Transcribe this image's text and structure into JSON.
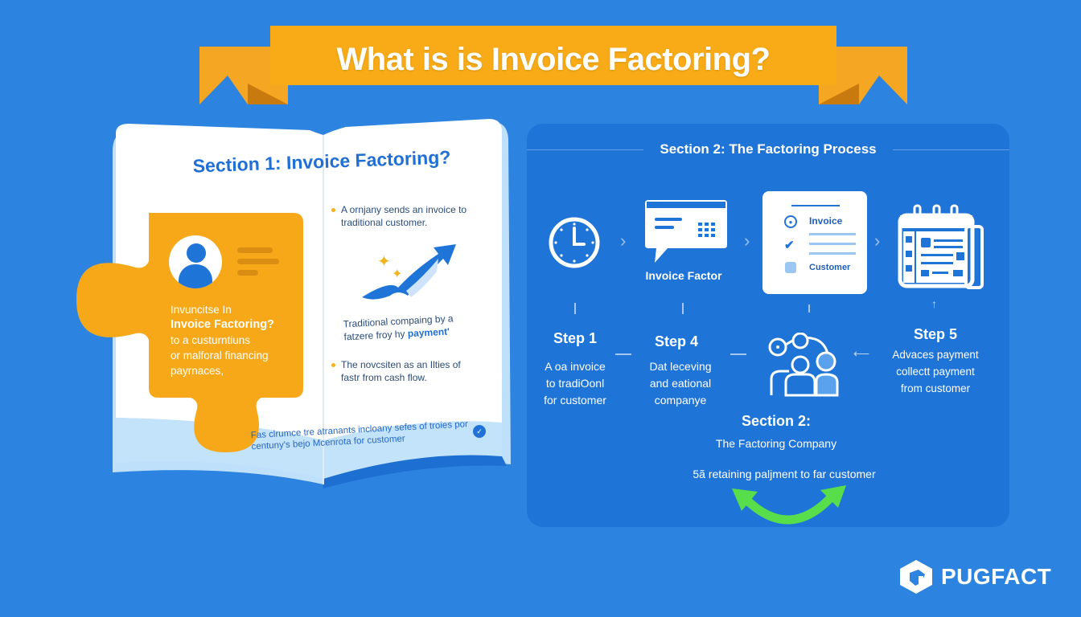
{
  "banner": {
    "title": "What is is Invoice Factoring?",
    "color": "#f5a623"
  },
  "book": {
    "title": "Section 1: Invoice Factoring?",
    "puzzle": {
      "line1": "Invuncitse In",
      "line2": "Invoice Factoring?",
      "line3": "to a  custurntiuns",
      "line4": "or malforal financing",
      "line5": "payrnaces,"
    },
    "bullets": [
      {
        "text": "A ornjany sends an invoice to traditional customer."
      },
      {
        "text": "The novcsiten as an Ilties of fastr from cash flow."
      }
    ],
    "traditional": {
      "text": "Traditional compaing by a fatzere froy hy",
      "highlight": "payment'"
    },
    "footer": "Fas clrumce tre atranants incloany sefes of troies por centuny's bejo Mcenrota for customer"
  },
  "process": {
    "title": "Section 2: The Factoring Process",
    "icons": [
      {
        "name": "clock-icon"
      },
      {
        "name": "invoice-chat-icon",
        "label": "Invoice Factor"
      },
      {
        "name": "invoice-checklist-card",
        "rows": [
          "Invoice",
          "Customer"
        ]
      },
      {
        "name": "calendar-icon"
      }
    ],
    "steps": [
      {
        "title": "Step 1",
        "desc": [
          "A oa invoice",
          "to tradiOonl",
          "for customer"
        ]
      },
      {
        "title": "Step 4",
        "desc": [
          "Dat leceving",
          "and eational",
          "companye"
        ]
      },
      {
        "title": "Step 5",
        "desc": [
          "Advaces payment",
          "collectt payment",
          "from customer"
        ]
      }
    ],
    "section2": {
      "title": "Section 2:",
      "subtitle": "The Factoring Company",
      "note": "5ã retaining paljment to far customer"
    }
  },
  "logo": {
    "text": "PUGFACT"
  }
}
